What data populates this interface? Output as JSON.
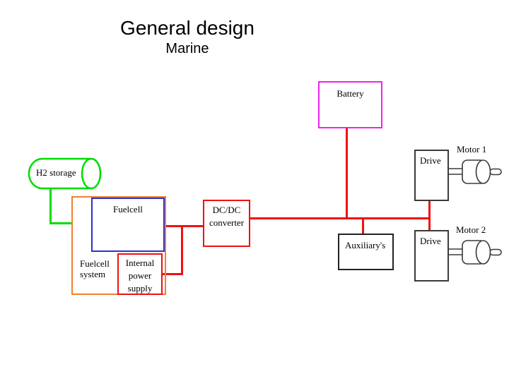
{
  "slide": {
    "title": "General design",
    "subtitle": "Marine"
  },
  "nodes": {
    "battery": {
      "label": "Battery"
    },
    "h2_storage": {
      "label": "H2 storage"
    },
    "fuelcell_system": {
      "label": "Fuelcell system"
    },
    "fuelcell": {
      "label": "Fuelcell"
    },
    "internal_power_supply": {
      "label": "Internal power supply"
    },
    "dcdc_converter": {
      "label": "DC/DC converter"
    },
    "auxiliaries": {
      "label": "Auxiliary's"
    },
    "drive1": {
      "label": "Drive"
    },
    "drive2": {
      "label": "Drive"
    },
    "motor1": {
      "label": "Motor 1"
    },
    "motor2": {
      "label": "Motor 2"
    }
  },
  "colors": {
    "power_line": "#ee1111",
    "h2_line": "#00dd00",
    "battery_border": "#ee22ee",
    "fuelcell_system_border": "#ef8030",
    "fuelcell_border": "#3030cc",
    "converter_border": "#ee1111",
    "drive_border": "#3a3a3a",
    "background": "#ffffff",
    "text": "#000000"
  }
}
